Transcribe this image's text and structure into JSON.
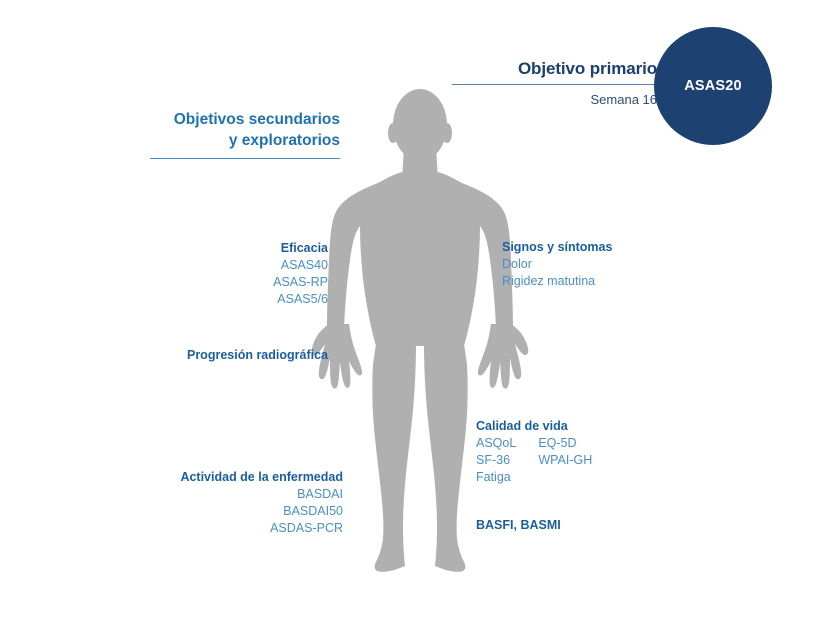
{
  "colors": {
    "navy": "#1d4271",
    "heading_blue": "#1b5e9e",
    "light_blue": "#4a8fc4",
    "secondary_blue": "#1f72b0",
    "silhouette_gray": "#b0b0b0",
    "background": "#ffffff"
  },
  "primary": {
    "title": "Objetivo primario",
    "subtitle": "Semana 16",
    "endpoint_label": "ASAS20"
  },
  "secondary": {
    "title_line1": "Objetivos secundarios",
    "title_line2": "y exploratorios"
  },
  "groups": {
    "eficacia": {
      "title": "Eficacia",
      "items": [
        "ASAS40",
        "ASAS-RP",
        "ASAS5/6"
      ]
    },
    "progresion": {
      "title": "Progresión radiográfica",
      "items": []
    },
    "actividad": {
      "title": "Actividad de la enfermedad",
      "items": [
        "BASDAI",
        "BASDAI50",
        "ASDAS-PCR"
      ]
    },
    "signos": {
      "title": "Signos y síntomas",
      "items": [
        "Dolor",
        "Rigidez matutina"
      ]
    },
    "calidad": {
      "title": "Calidad de vida",
      "col1": [
        "ASQoL",
        "SF-36",
        "Fatiga"
      ],
      "col2": [
        "EQ-5D",
        "WPAI-GH"
      ]
    },
    "basfi": {
      "title": "BASFI, BASMI",
      "items": []
    }
  },
  "figure": {
    "alt": "human-body-silhouette"
  }
}
